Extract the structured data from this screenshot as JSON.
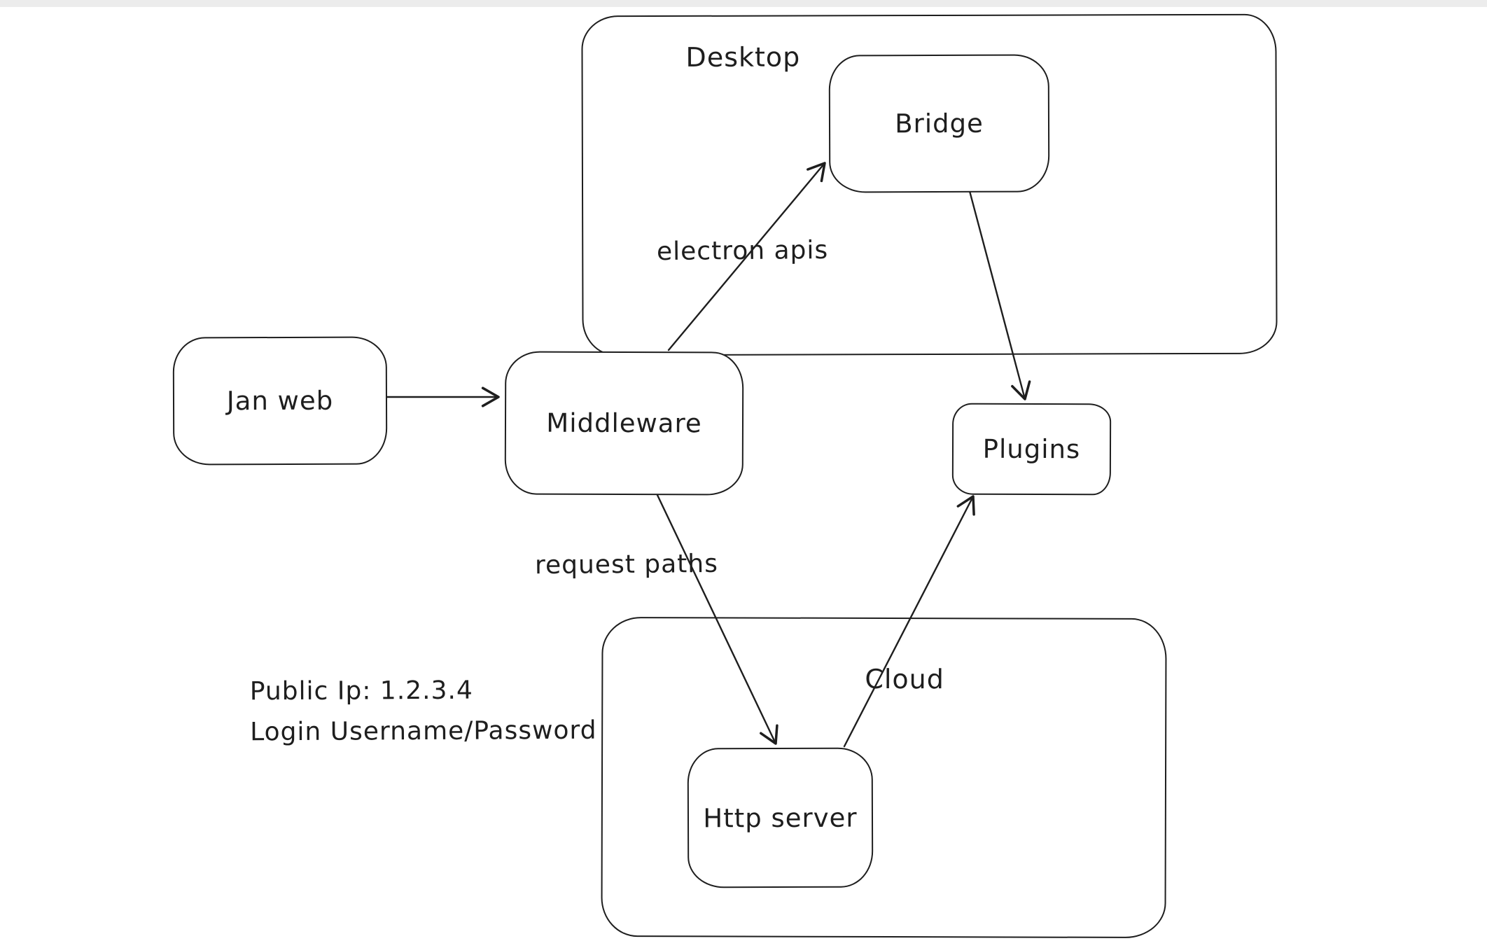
{
  "diagram": {
    "containers": [
      {
        "id": "desktop",
        "label": "Desktop"
      },
      {
        "id": "cloud",
        "label": "Cloud"
      }
    ],
    "nodes": [
      {
        "id": "jan-web",
        "label": "Jan web"
      },
      {
        "id": "middleware",
        "label": "Middleware"
      },
      {
        "id": "bridge",
        "label": "Bridge"
      },
      {
        "id": "plugins",
        "label": "Plugins"
      },
      {
        "id": "http-server",
        "label": "Http server"
      }
    ],
    "edges": [
      {
        "from": "jan-web",
        "to": "middleware",
        "label": ""
      },
      {
        "from": "middleware",
        "to": "bridge",
        "label": "electron apis"
      },
      {
        "from": "bridge",
        "to": "plugins",
        "label": ""
      },
      {
        "from": "middleware",
        "to": "http-server",
        "label": "request paths"
      },
      {
        "from": "http-server",
        "to": "plugins",
        "label": ""
      }
    ],
    "annotations": [
      {
        "text": "Public Ip: 1.2.3.4"
      },
      {
        "text": "Login Username/Password"
      }
    ],
    "colors": {
      "stroke": "#1e1e1e",
      "background": "#ffffff"
    }
  }
}
